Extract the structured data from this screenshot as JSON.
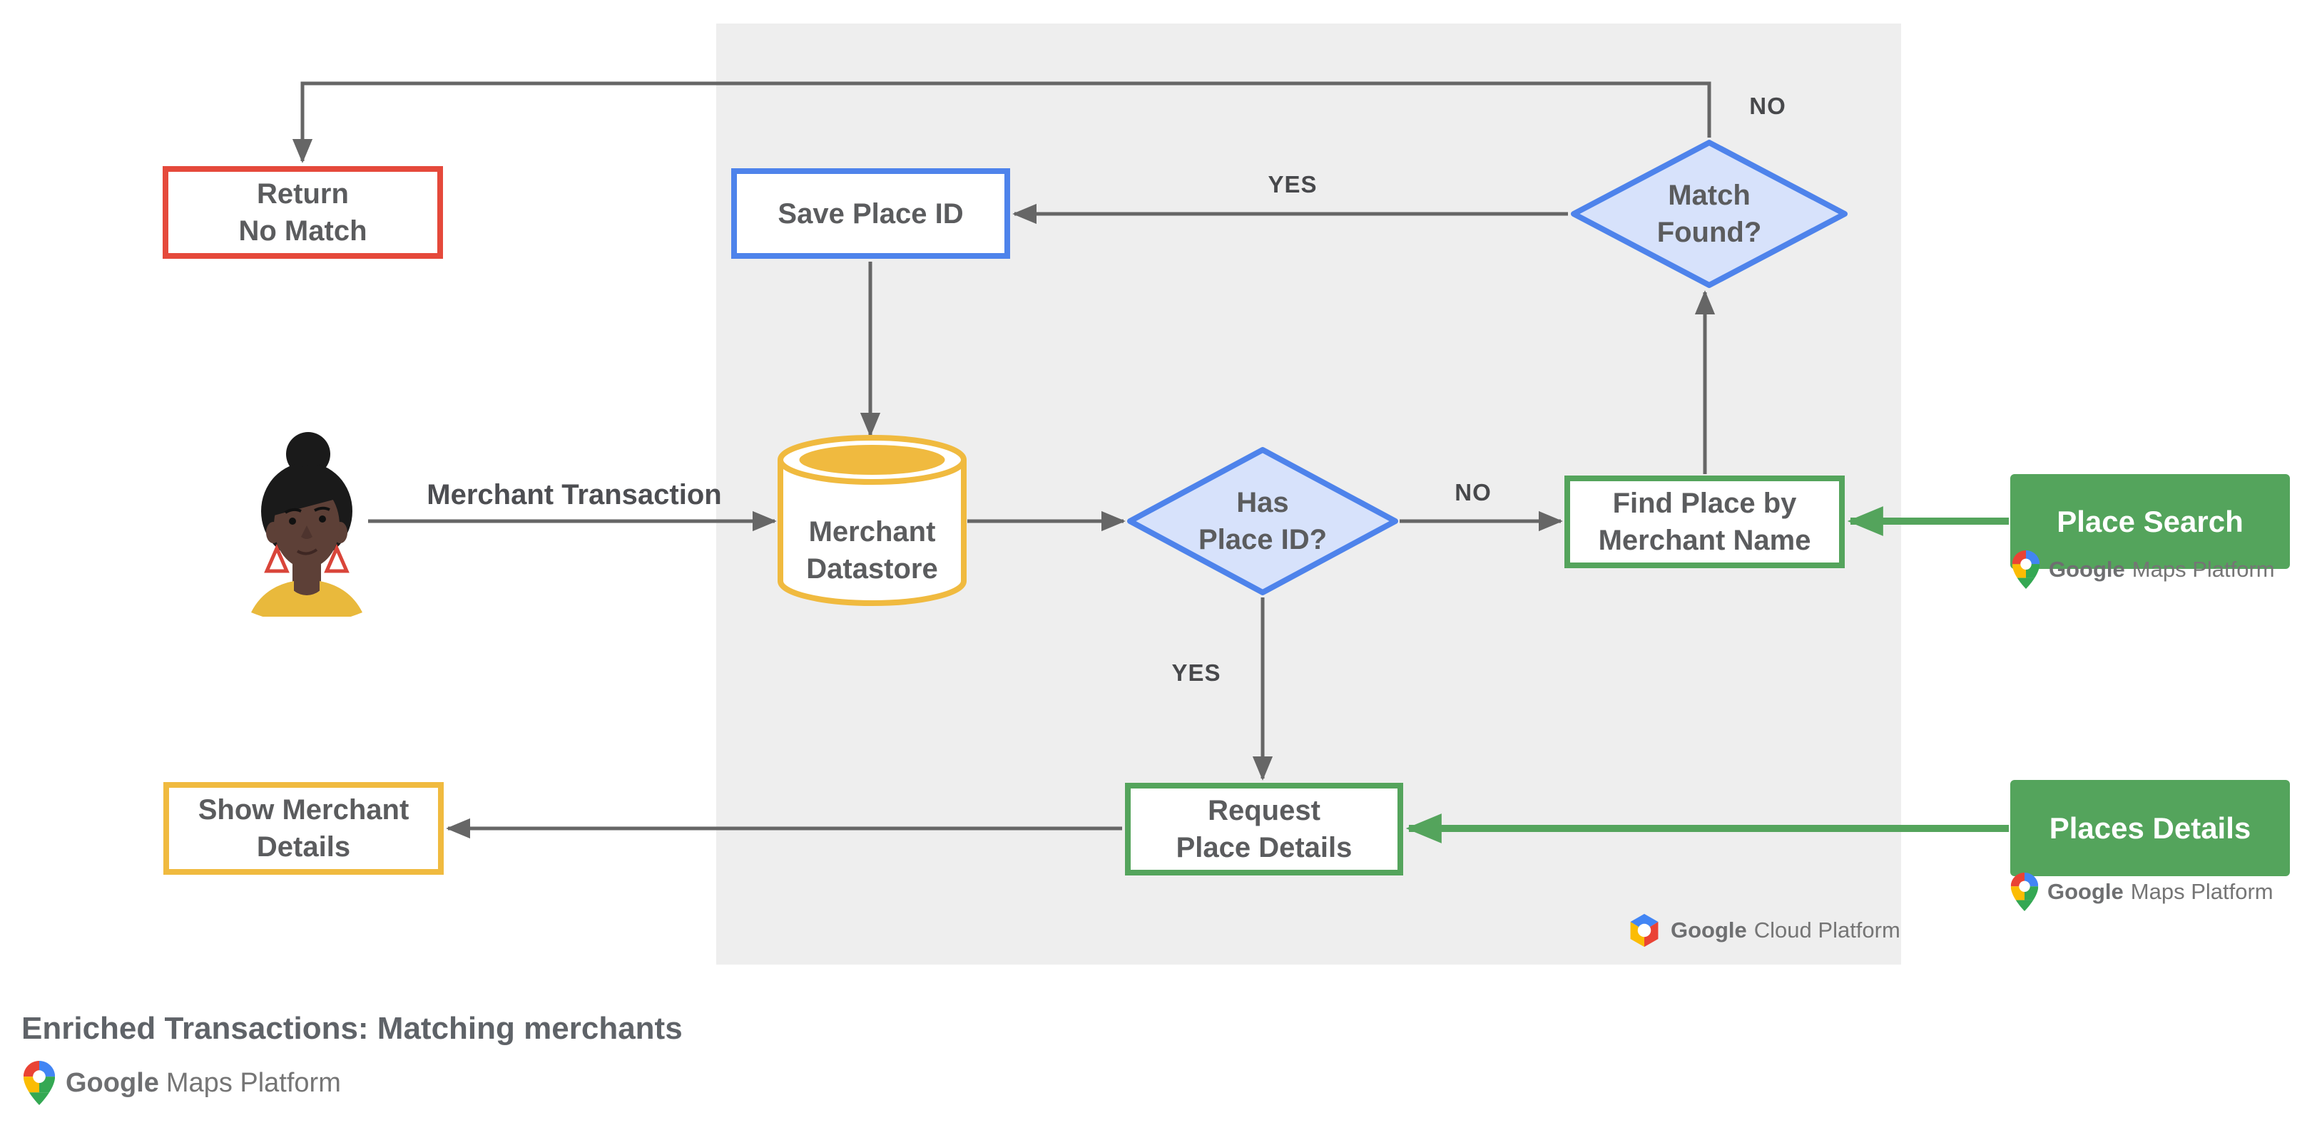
{
  "title": "Enriched Transactions: Matching merchants",
  "theme": {
    "red": "#E5493B",
    "blue": "#4E83EB",
    "blue_fill": "#D7E2FB",
    "yellow": "#F0BA3F",
    "green": "#54A45C",
    "line_gray": "#666666",
    "text_gray": "#5B5C5E",
    "label_gray": "#47484B",
    "panel_bg": "#EEEEEE",
    "logo_text": "#757575"
  },
  "nodes": {
    "return_no_match": {
      "label": "Return\nNo Match",
      "shape": "rect",
      "accent": "red"
    },
    "save_place_id": {
      "label": "Save Place ID",
      "shape": "rect",
      "accent": "blue"
    },
    "match_found": {
      "label": "Match\nFound?",
      "shape": "diamond",
      "accent": "blue"
    },
    "merchant_datastore": {
      "label": "Merchant\nDatastore",
      "shape": "cylinder",
      "accent": "yellow"
    },
    "has_place_id": {
      "label": "Has\nPlace ID?",
      "shape": "diamond",
      "accent": "blue"
    },
    "find_place_by_merchant_name": {
      "label": "Find Place by\nMerchant Name",
      "shape": "rect",
      "accent": "green"
    },
    "request_place_details": {
      "label": "Request\nPlace Details",
      "shape": "rect",
      "accent": "green"
    },
    "show_merchant_details": {
      "label": "Show Merchant\nDetails",
      "shape": "rect",
      "accent": "yellow"
    },
    "place_search": {
      "label": "Place Search",
      "shape": "api-chip",
      "accent": "green"
    },
    "places_details": {
      "label": "Places Details",
      "shape": "api-chip",
      "accent": "green"
    }
  },
  "edge_labels": {
    "match_found_no": "NO",
    "match_found_yes": "YES",
    "has_place_id_no": "NO",
    "has_place_id_yes": "YES",
    "merchant_transaction": "Merchant Transaction"
  },
  "icons": {
    "avatar": "person-avatar",
    "maps_pin": "google-maps-pin-icon",
    "cloud_hexagon": "google-cloud-hexagon-icon"
  },
  "logos": {
    "google_cloud_platform": {
      "brand": "Google",
      "product": "Cloud Platform"
    },
    "google_maps_platform_place_search": {
      "brand": "Google",
      "product": "Maps Platform"
    },
    "google_maps_platform_places_details": {
      "brand": "Google",
      "product": "Maps Platform"
    },
    "google_maps_platform_footer": {
      "brand": "Google",
      "product": "Maps Platform"
    }
  }
}
